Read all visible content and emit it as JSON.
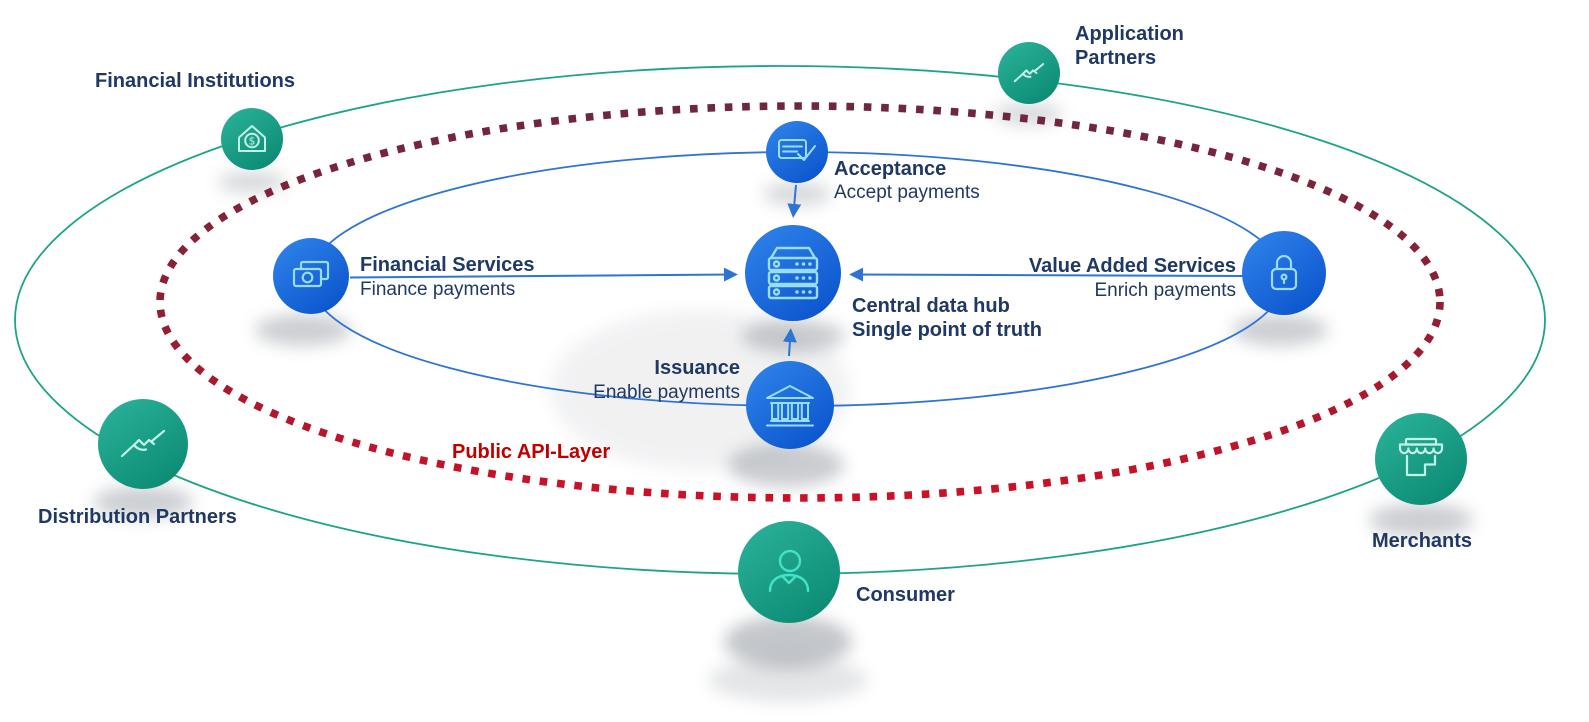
{
  "diagram": {
    "hub": {
      "title_line1": "Central data hub",
      "title_line2": "Single point of truth",
      "icon": "server-icon"
    },
    "inner_nodes": {
      "acceptance": {
        "title": "Acceptance",
        "subtitle": "Accept payments",
        "icon": "payment-card-check-icon"
      },
      "financial_services": {
        "title": "Financial Services",
        "subtitle": "Finance payments",
        "icon": "banknotes-icon"
      },
      "value_added_services": {
        "title": "Value Added Services",
        "subtitle": "Enrich payments",
        "icon": "padlock-icon"
      },
      "issuance": {
        "title": "Issuance",
        "subtitle": "Enable payments",
        "icon": "bank-icon"
      }
    },
    "outer_nodes": {
      "financial_institutions": {
        "label": "Financial Institutions",
        "icon": "house-dollar-icon"
      },
      "application_partners": {
        "label_line1": "Application",
        "label_line2": "Partners",
        "icon": "handshake-icon"
      },
      "distribution_partners": {
        "label": "Distribution Partners",
        "icon": "handshake-icon"
      },
      "merchants": {
        "label": "Merchants",
        "icon": "storefront-icon"
      },
      "consumer": {
        "label": "Consumer",
        "icon": "person-icon"
      }
    },
    "api_layer": {
      "label": "Public API-Layer"
    },
    "colors": {
      "node_blue_light": "#2F83EA",
      "node_blue_dark": "#0A53CC",
      "node_teal_light": "#2BB29A",
      "node_teal_dark": "#0B8A72",
      "text_navy": "#1F3864",
      "api_red": "#C00000",
      "ring_green": "#1CA489",
      "ring_blue": "#2E74D4",
      "dot_maroon_top": "#6E2740",
      "dot_red_bottom": "#CC1126"
    }
  }
}
